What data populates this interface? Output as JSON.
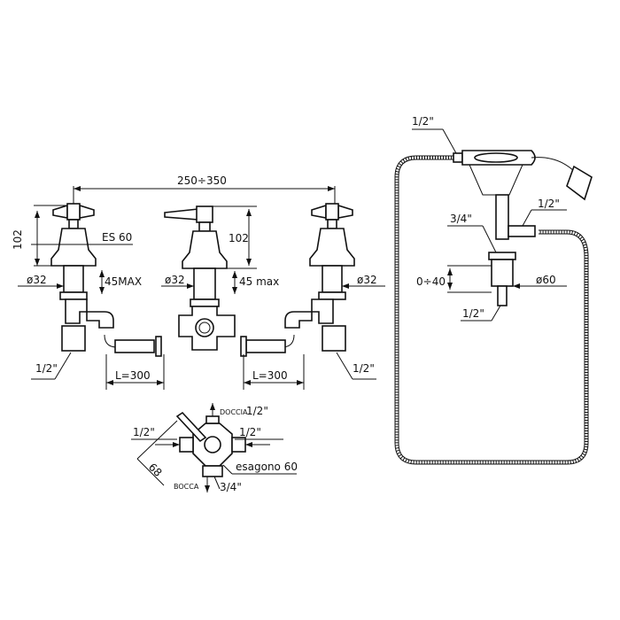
{
  "front_view": {
    "span": "250÷350",
    "left_tap": {
      "height": "102",
      "escutcheon": "ES 60",
      "diameter": "ø32",
      "max_depth": "45MAX",
      "connection": "1/2\"",
      "hose_length": "L=300"
    },
    "center_valve": {
      "height": "102",
      "diameter": "ø32",
      "max_depth": "45 max"
    },
    "right_tap": {
      "diameter": "ø32",
      "connection": "1/2\"",
      "hose_length": "L=300"
    }
  },
  "diverter_detail": {
    "shower_outlet": "DOCCIA",
    "shower_size": "1/2\"",
    "inlet_left": "1/2\"",
    "inlet_right": "1/2\"",
    "hexagon": "esagono 60",
    "width": "68",
    "spout_outlet": "BOCCA",
    "spout_size": "3/4\""
  },
  "handshower": {
    "hose_connection": "1/2\"",
    "body_connection": "3/4\"",
    "side_connection": "1/2\"",
    "depth": "0÷40",
    "diameter": "ø60",
    "bottom_connection": "1/2\""
  }
}
